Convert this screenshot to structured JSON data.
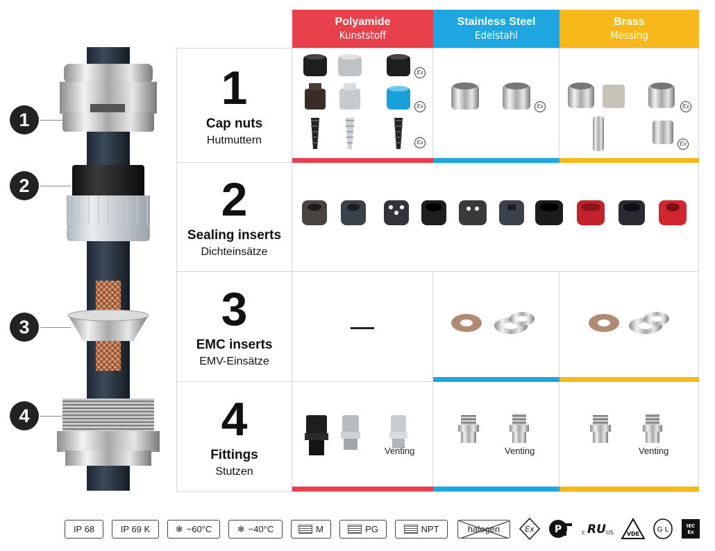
{
  "columns": [
    {
      "title": "Polyamide",
      "subtitle": "Kunststoff",
      "color": "#E8414B"
    },
    {
      "title": "Stainless Steel",
      "subtitle": "Edelstahl",
      "color": "#1DA6E0"
    },
    {
      "title": "Brass",
      "subtitle": "Messing",
      "color": "#F6B81B"
    }
  ],
  "rows": [
    {
      "number": "1",
      "label": "Cap nuts",
      "label_de": "Hutmuttern"
    },
    {
      "number": "2",
      "label": "Sealing inserts",
      "label_de": "Dichteinsätze"
    },
    {
      "number": "3",
      "label": "EMC inserts",
      "label_de": "EMV-Einsätze"
    },
    {
      "number": "4",
      "label": "Fittings",
      "label_de": "Stutzen"
    }
  ],
  "assembly_numbers": [
    "1",
    "2",
    "3",
    "4"
  ],
  "venting_label": "Venting",
  "emc_polyamide": "—",
  "badges": {
    "ip68": "IP 68",
    "ip69k": "IP 69 K",
    "temp60": "−60°C",
    "temp40": "−40°C",
    "thread_m": "M",
    "thread_pg": "PG",
    "thread_npt": "NPT",
    "halogen": "halogen"
  },
  "cert_icons": [
    "ex-icon",
    "gost-r-icon",
    "cul-us-icon",
    "vde-icon",
    "gl-icon",
    "iecex-icon"
  ],
  "colors": {
    "polyamide": "#E8414B",
    "stainless": "#1DA6E0",
    "brass": "#F6B81B",
    "row_number_badge": "#222222"
  }
}
